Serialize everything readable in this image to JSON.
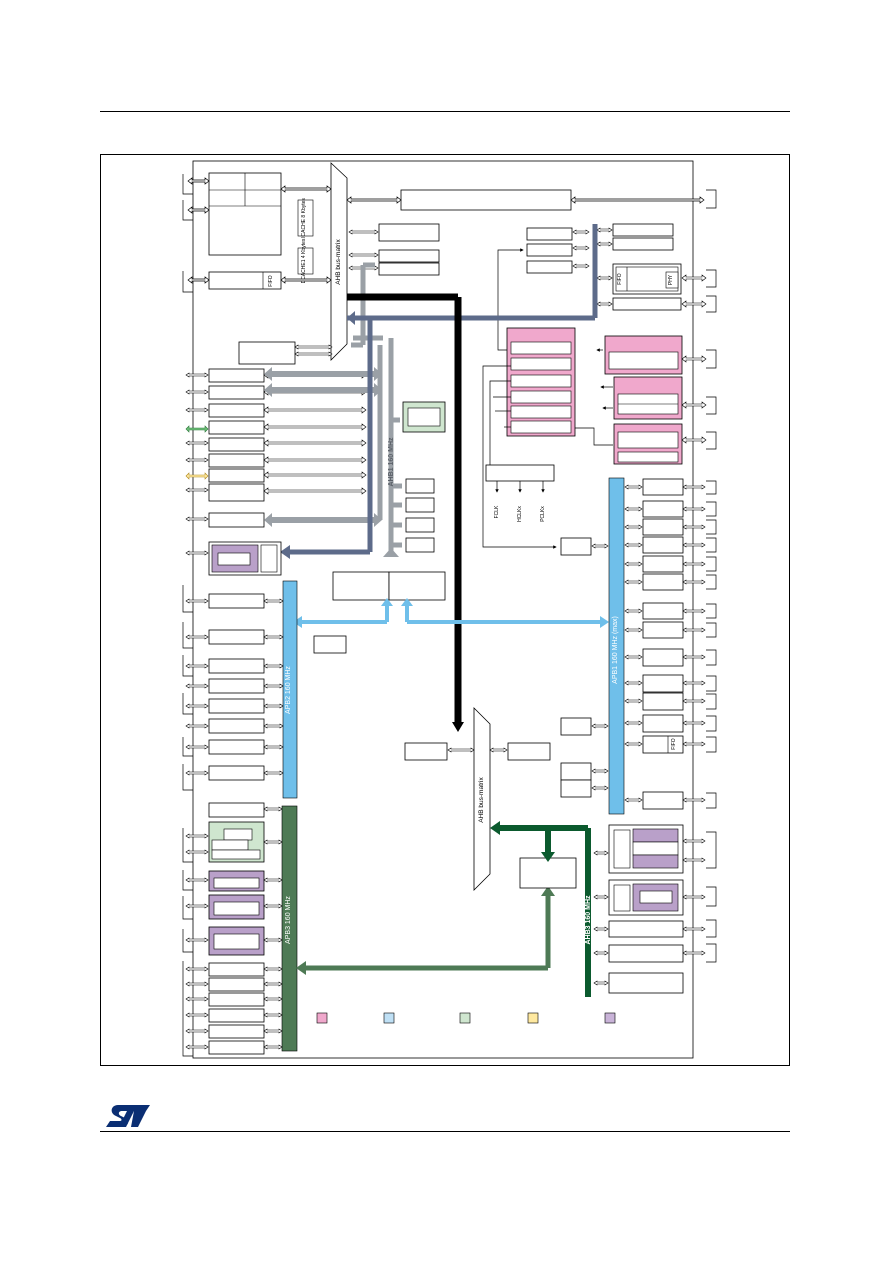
{
  "diagram": {
    "labels": {
      "ahb_matrix_top": "AHB bus-matrix",
      "ahb_matrix_bottom": "AHB bus-matrix",
      "ahb1": "AHB1 160 MHz",
      "ahb3": "AHB3 160 MHz",
      "apb1": "APB1 160 MHz (max)",
      "apb2": "APB2 160 MHz",
      "apb3": "APB3 160 MHz",
      "fifo_a": "FIFO",
      "fifo_b": "FIFO",
      "fifo_c": "FIFO",
      "phy": "PHY",
      "dcache": "DCACHE1 4 Kbytes",
      "icache": "ICACHE 8 Kbytes",
      "fclk": "FCLK",
      "hclk": "HCLKx",
      "pclk": "PCLKx"
    },
    "colors": {
      "pink": "#f0a8cc",
      "light_blue": "#6fbfea",
      "green": "#4e7a55",
      "dark_green": "#0b5a2e",
      "light_green": "#cfe6cf",
      "yellow": "#ffe9a0",
      "purple": "#b9a0c9",
      "gray_bus": "#9aa0a6",
      "slate_bus": "#5d6b8a",
      "black_bus": "#000000"
    },
    "legend": [
      {
        "color": "#f0a8cc"
      },
      {
        "color": "#bfe0f5"
      },
      {
        "color": "#cfe6cf"
      },
      {
        "color": "#ffe9a0"
      },
      {
        "color": "#c9b3d8"
      }
    ]
  }
}
